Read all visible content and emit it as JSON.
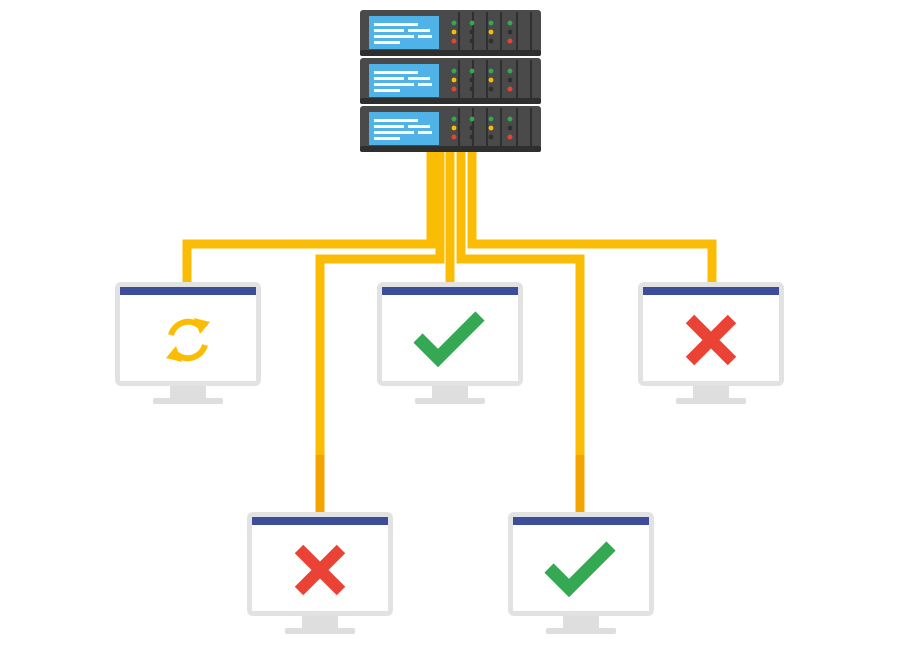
{
  "colors": {
    "background": "#ffffff",
    "cable": "#fbbc05",
    "cable_shade": "#f4a400",
    "server_body": "#4a4a4a",
    "server_dark": "#2f2f2f",
    "server_screen": "#4fb3e8",
    "server_screen_text": "#ffffff",
    "led_green": "#34a853",
    "led_yellow": "#fbbc05",
    "led_red": "#ea4335",
    "monitor_frame": "#e2e2e2",
    "monitor_screen": "#ffffff",
    "monitor_titlebar": "#3c4e9a",
    "stand": "#dedede",
    "status_sync": "#fbbc05",
    "status_ok": "#34a853",
    "status_error": "#ea4335"
  },
  "server": {
    "units": 3,
    "icon": "server-rack-icon"
  },
  "clients": [
    {
      "id": "client-1",
      "status": "syncing",
      "icon": "sync-icon"
    },
    {
      "id": "client-2",
      "status": "success",
      "icon": "check-icon"
    },
    {
      "id": "client-3",
      "status": "error",
      "icon": "cross-icon"
    },
    {
      "id": "client-4",
      "status": "error",
      "icon": "cross-icon"
    },
    {
      "id": "client-5",
      "status": "success",
      "icon": "check-icon"
    }
  ]
}
